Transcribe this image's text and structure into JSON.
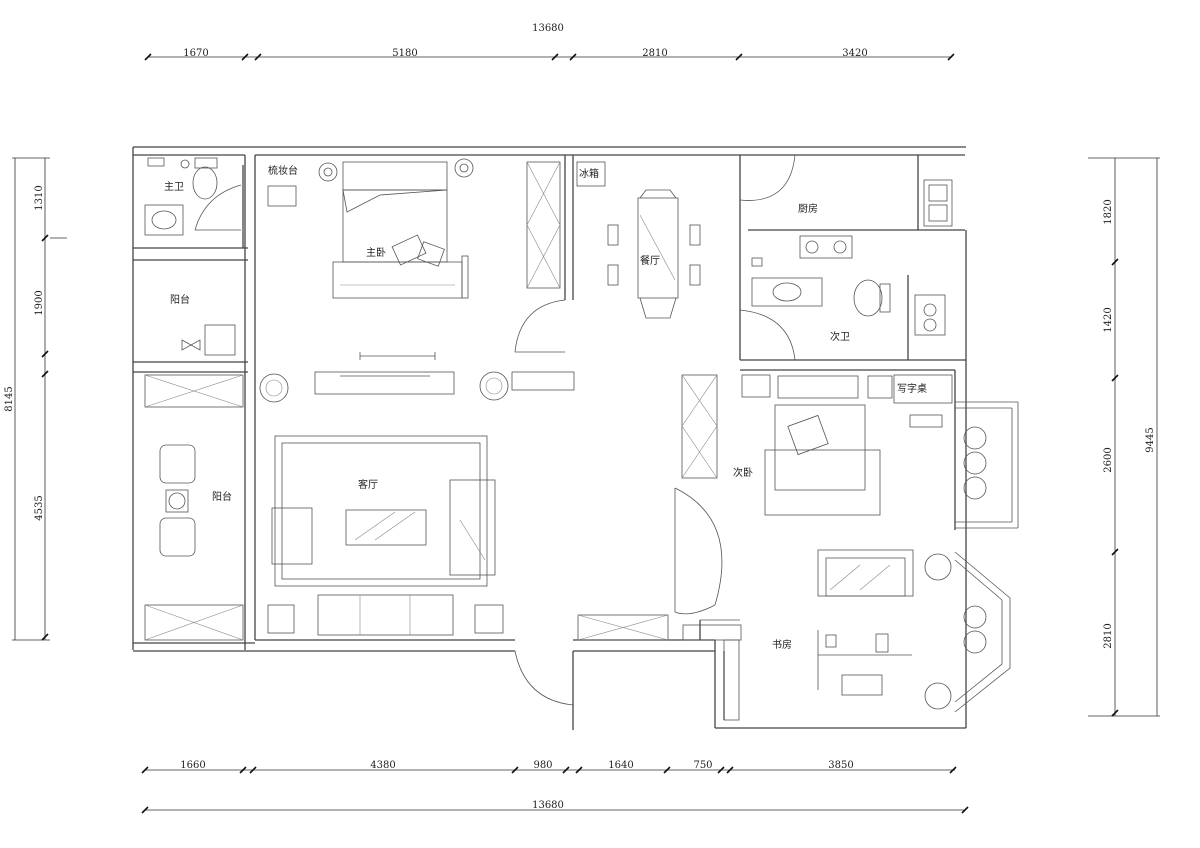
{
  "dimensions": {
    "top_total": "13680",
    "top_segments": [
      "1670",
      "5180",
      "2810",
      "3420"
    ],
    "bottom_total": "13680",
    "bottom_segments": [
      "1660",
      "4380",
      "980",
      "1640",
      "750",
      "3850"
    ],
    "left_total": "8145",
    "left_segments": [
      "1310",
      "1900",
      "4535"
    ],
    "right_total": "9445",
    "right_segments": [
      "1820",
      "1420",
      "2600",
      "2810"
    ]
  },
  "rooms": {
    "master_bath": "主卫",
    "dresser": "梳妆台",
    "master_bedroom": "主卧",
    "fridge": "冰箱",
    "dining": "餐厅",
    "kitchen": "厨房",
    "balcony_upper": "阳台",
    "second_bath": "次卫",
    "desk": "写字桌",
    "living": "客厅",
    "second_bedroom": "次卧",
    "balcony_lower": "阳台",
    "study": "书房"
  }
}
